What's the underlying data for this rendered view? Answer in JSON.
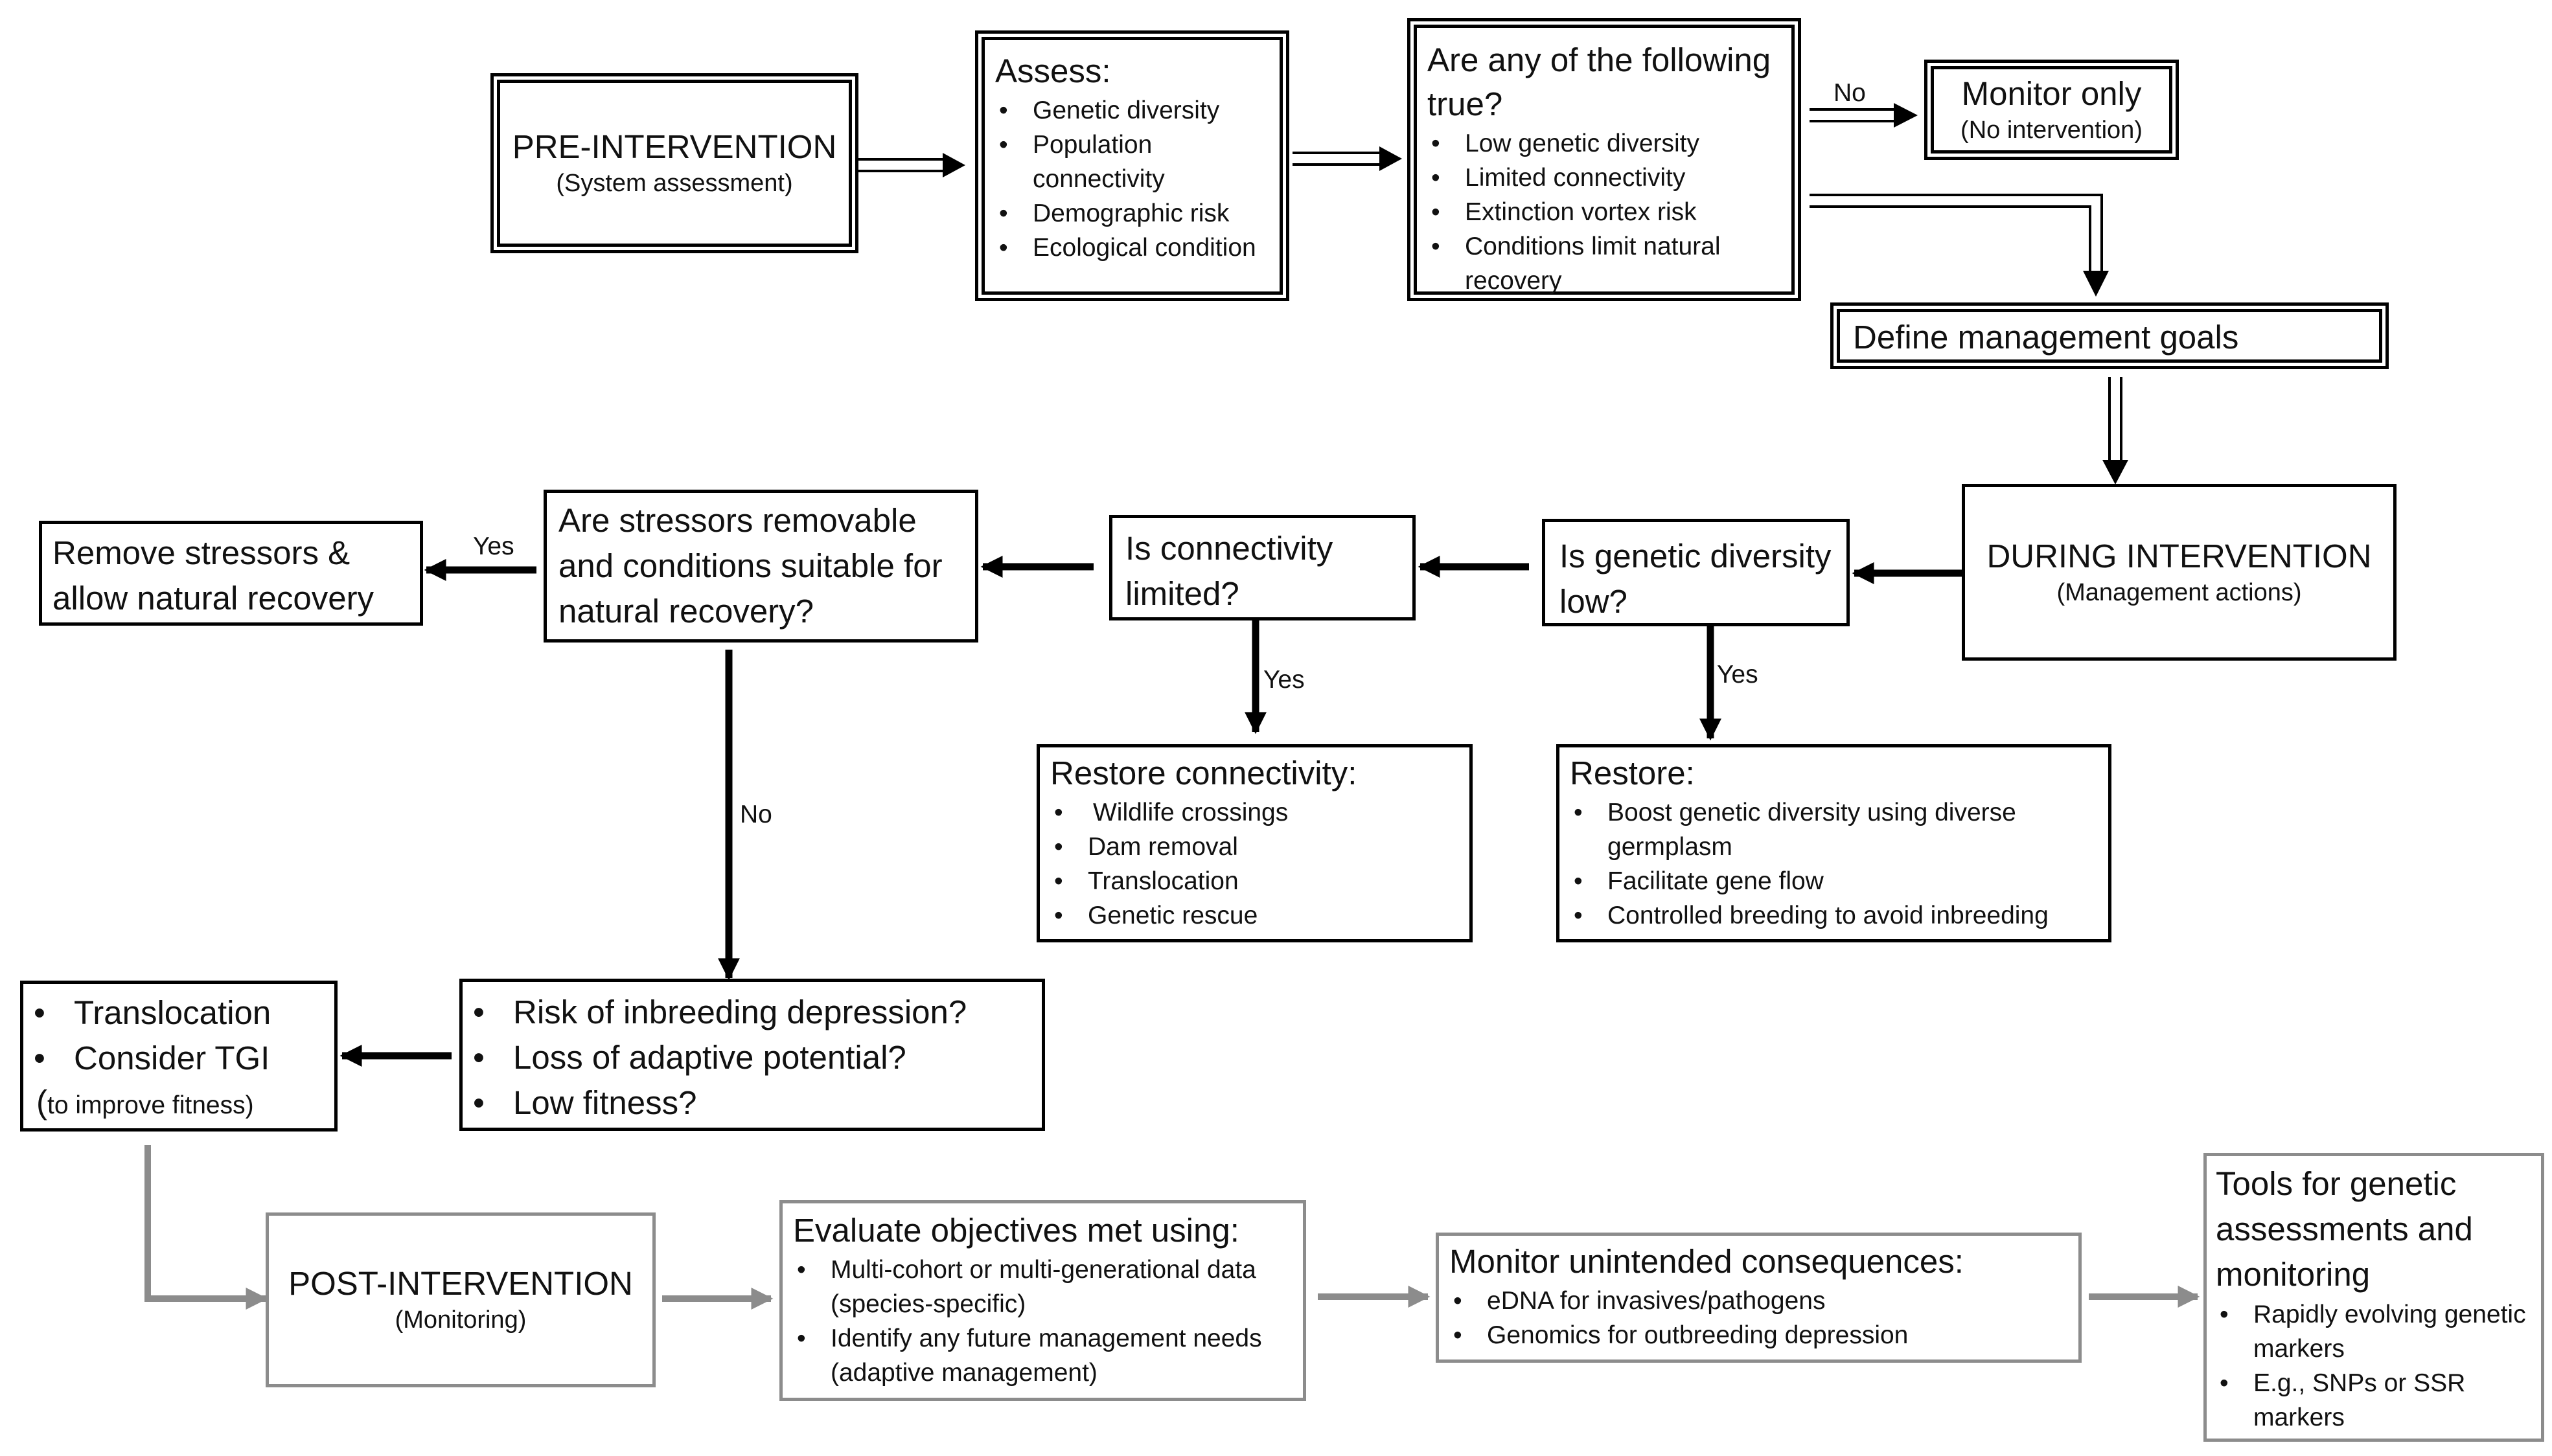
{
  "pre": {
    "title": "PRE-INTERVENTION",
    "subtitle": "(System assessment)"
  },
  "assess": {
    "title": "Assess:",
    "items": [
      "Genetic diversity",
      "Population connectivity",
      "Demographic risk",
      "Ecological condition"
    ]
  },
  "question": {
    "title": "Are any of the following true?",
    "items": [
      "Low genetic diversity",
      "Limited connectivity",
      "Extinction vortex risk",
      "Conditions limit natural recovery"
    ]
  },
  "monitor_only": {
    "title": "Monitor only",
    "subtitle": "(No intervention)"
  },
  "goals": {
    "title": "Define management goals"
  },
  "during": {
    "title": "DURING INTERVENTION",
    "subtitle": "(Management actions)"
  },
  "genetic_low": {
    "text": "Is genetic diversity low?"
  },
  "connectivity_q": {
    "text": "Is connectivity limited?"
  },
  "stressors_q": {
    "text": "Are stressors removable and conditions suitable for natural recovery?"
  },
  "remove_stressors": {
    "text": "Remove stressors & allow natural recovery"
  },
  "restore_connectivity": {
    "title": "Restore connectivity:",
    "items": [
      "Wildlife crossings",
      "Dam removal",
      "Translocation",
      "Genetic rescue"
    ]
  },
  "restore": {
    "title": "Restore:",
    "items": [
      "Boost genetic diversity using diverse germplasm",
      "Facilitate gene flow",
      "Controlled breeding to avoid inbreeding"
    ]
  },
  "risk": {
    "items": [
      "Risk of inbreeding depression?",
      "Loss of adaptive potential?",
      "Low fitness?"
    ]
  },
  "translocation": {
    "items": [
      "Translocation",
      "Consider TGI"
    ],
    "note_paren": "(",
    "note": "to improve fitness)"
  },
  "post": {
    "title": "POST-INTERVENTION",
    "subtitle": "(Monitoring)"
  },
  "evaluate": {
    "title": "Evaluate objectives met using:",
    "items": [
      "Multi-cohort or multi-generational data   (species-specific)",
      "Identify any future management needs (adaptive management)"
    ]
  },
  "unintended": {
    "title": "Monitor unintended consequences:",
    "items": [
      "eDNA for invasives/pathogens",
      "Genomics for outbreeding depression"
    ]
  },
  "tools": {
    "title": "Tools for genetic assessments and monitoring",
    "items": [
      "Rapidly evolving genetic markers",
      "E.g., SNPs or SSR markers"
    ]
  },
  "labels": {
    "no_top": "No",
    "yes_remove": "Yes",
    "yes_connectivity": "Yes",
    "yes_genetic": "Yes",
    "no_stressors": "No"
  },
  "colors": {
    "black": "#000000",
    "grey": "#8c8c8c"
  }
}
